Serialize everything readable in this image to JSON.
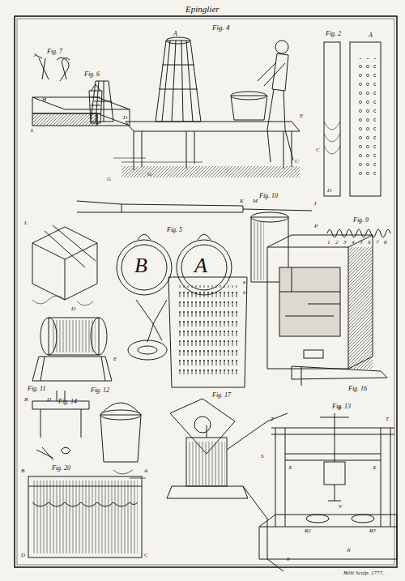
{
  "diagram": {
    "title": "Epinglier",
    "labels": [
      "Fig. 4",
      "A",
      "Fig. 2",
      "A",
      "Fig. 7",
      "y",
      "Fig. 6",
      "H",
      "L",
      "D",
      "E",
      "G",
      "G",
      "C",
      "C",
      "D",
      "Fig. 10",
      "K",
      "M",
      "I",
      "L",
      "Fig. 9",
      "1",
      "2",
      "3",
      "4",
      "5",
      "6",
      "7",
      "8",
      "Fig. 5",
      "B",
      "A",
      "P",
      "a",
      "b",
      "D",
      "E",
      "Fig. 11",
      "B",
      "D",
      "Fig. 12",
      "Fig. 14",
      "Fig. 17",
      "Fig. 16",
      "Fig. 13",
      "T",
      "T",
      "S",
      "X",
      "X",
      "b",
      "V",
      "R2",
      "R3",
      "N",
      "Fig. 20",
      "B",
      "A",
      "D",
      "C",
      "g",
      "Billé Sculp. 1777."
    ]
  }
}
